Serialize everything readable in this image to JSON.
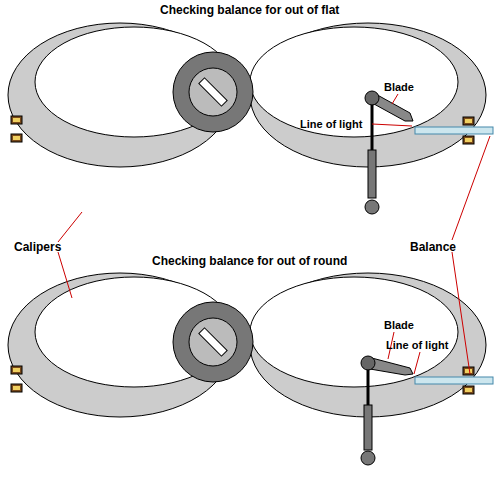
{
  "diagram": {
    "title": "Checking balance for out of flat",
    "labels": [
      "Blade",
      "Line of light",
      "Calipers",
      "Checking balance for out of round",
      "Balance",
      "Blade",
      "Line of light"
    ]
  }
}
